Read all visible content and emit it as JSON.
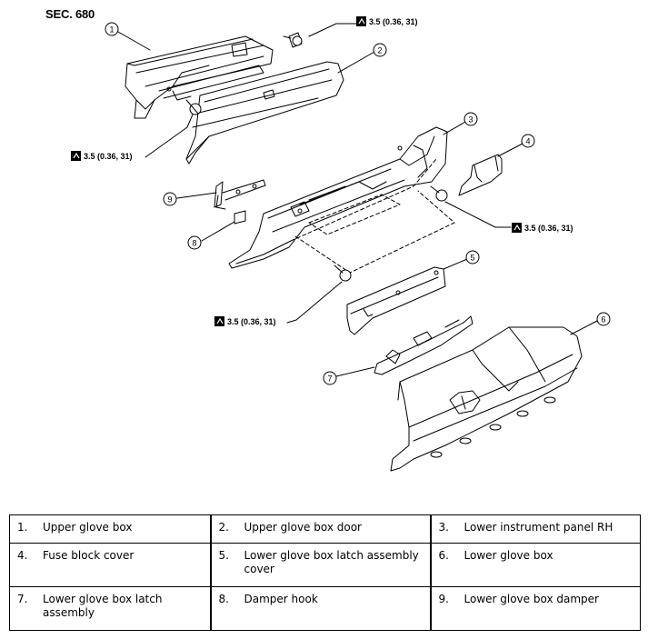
{
  "section_label": "SEC. 680",
  "torque_spec": "3.5 (0.36, 31)",
  "callouts": [
    "1",
    "2",
    "3",
    "4",
    "5",
    "6",
    "7",
    "8",
    "9"
  ],
  "legend": [
    [
      {
        "num": "1.",
        "text": "Upper glove box"
      },
      {
        "num": "2.",
        "text": "Upper glove box door"
      },
      {
        "num": "3.",
        "text": "Lower instrument panel RH"
      }
    ],
    [
      {
        "num": "4.",
        "text": "Fuse block cover"
      },
      {
        "num": "5.",
        "text": "Lower glove box latch assembly cover"
      },
      {
        "num": "6.",
        "text": "Lower glove box"
      }
    ],
    [
      {
        "num": "7.",
        "text": "Lower glove box latch assembly"
      },
      {
        "num": "8.",
        "text": "Damper hook"
      },
      {
        "num": "9.",
        "text": "Lower glove box damper"
      }
    ]
  ]
}
